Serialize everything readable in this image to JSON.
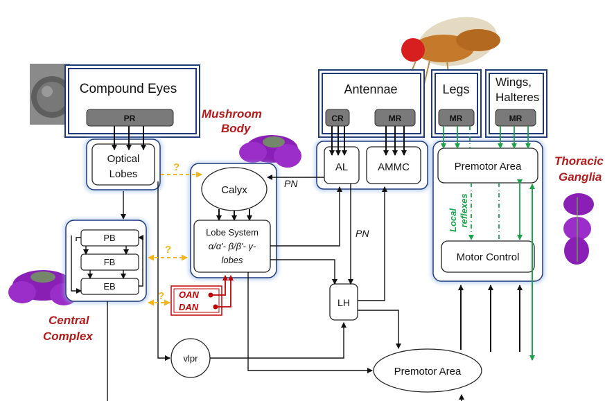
{
  "sensors": {
    "compound_eyes": {
      "title": "Compound Eyes",
      "receptor": "PR"
    },
    "antennae": {
      "title": "Antennae",
      "receptor_cr": "CR",
      "receptor_mr": "MR"
    },
    "legs": {
      "title": "Legs",
      "receptor": "MR"
    },
    "wings": {
      "title_line1": "Wings,",
      "title_line2": "Halteres",
      "receptor": "MR"
    }
  },
  "regions": {
    "optical_lobes": {
      "line1": "Optical",
      "line2": "Lobes"
    },
    "mushroom_body": {
      "label_line1": "Mushroom",
      "label_line2": "Body",
      "calyx": "Calyx",
      "lobe_line1": "Lobe System",
      "lobe_line2": "α/α'- β/β'- γ-",
      "lobe_line3": "lobes"
    },
    "central_complex": {
      "label_line1": "Central",
      "label_line2": "Complex",
      "pb": "PB",
      "fb": "FB",
      "eb": "EB"
    },
    "antennal": {
      "al": "AL",
      "ammc": "AMMC"
    },
    "thoracic": {
      "label_line1": "Thoracic",
      "label_line2": "Ganglia",
      "premotor": "Premotor Area",
      "motor": "Motor Control",
      "local_line1": "Local",
      "local_line2": "reflexes"
    },
    "lh": "LH",
    "vlpr": "vlpr",
    "premotor_bottom": "Premotor Area",
    "modulators": {
      "oan": "OAN",
      "dan": "DAN"
    }
  },
  "edge_labels": {
    "pn1": "PN",
    "pn2": "PN",
    "unknown": "?"
  },
  "colors": {
    "frame_blue": "#1f3a7a",
    "glow_blue": "#8fb4e6",
    "receptor_gray": "#7a7a7a",
    "arrow_black": "#111111",
    "arrow_green": "#1aa34a",
    "arrow_yellow": "#f2b51c",
    "accent_red": "#c00000",
    "brain_purple": "#8a1fb5"
  }
}
